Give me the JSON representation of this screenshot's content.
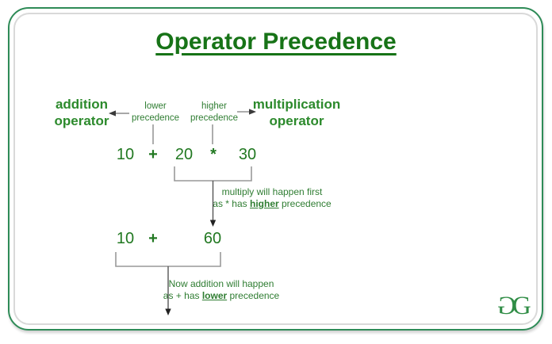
{
  "title": "Operator Precedence",
  "annotations": {
    "addition_label": {
      "line1": "addition",
      "line2": "operator"
    },
    "multiplication_label": {
      "line1": "multiplication",
      "line2": "operator"
    },
    "lower_precedence": {
      "line1": "lower",
      "line2": "precedence"
    },
    "higher_precedence": {
      "line1": "higher",
      "line2": "precedence"
    }
  },
  "expression_initial": {
    "operand1": "10",
    "plus": "+",
    "operand2": "20",
    "star": "*",
    "operand3": "30"
  },
  "expression_reduced": {
    "operand1": "10",
    "plus": "+",
    "result": "60"
  },
  "note_multiply": {
    "line1": "multiply will happen first",
    "before": "as * has ",
    "emphasis": "higher",
    "after": " precedence"
  },
  "note_addition": {
    "line1": "Now addition will happen",
    "before": "as + has ",
    "emphasis": "lower",
    "after": " precedence"
  },
  "logo": {
    "g_flipped": "G",
    "g": "G"
  },
  "colors": {
    "border_green": "#2e8b57",
    "title_green": "#177317",
    "label_green": "#2c8a2c",
    "note_green": "#2f7d32",
    "number_green": "#217821",
    "logo_green": "#308d46",
    "line_gray": "#8a8a8a"
  }
}
